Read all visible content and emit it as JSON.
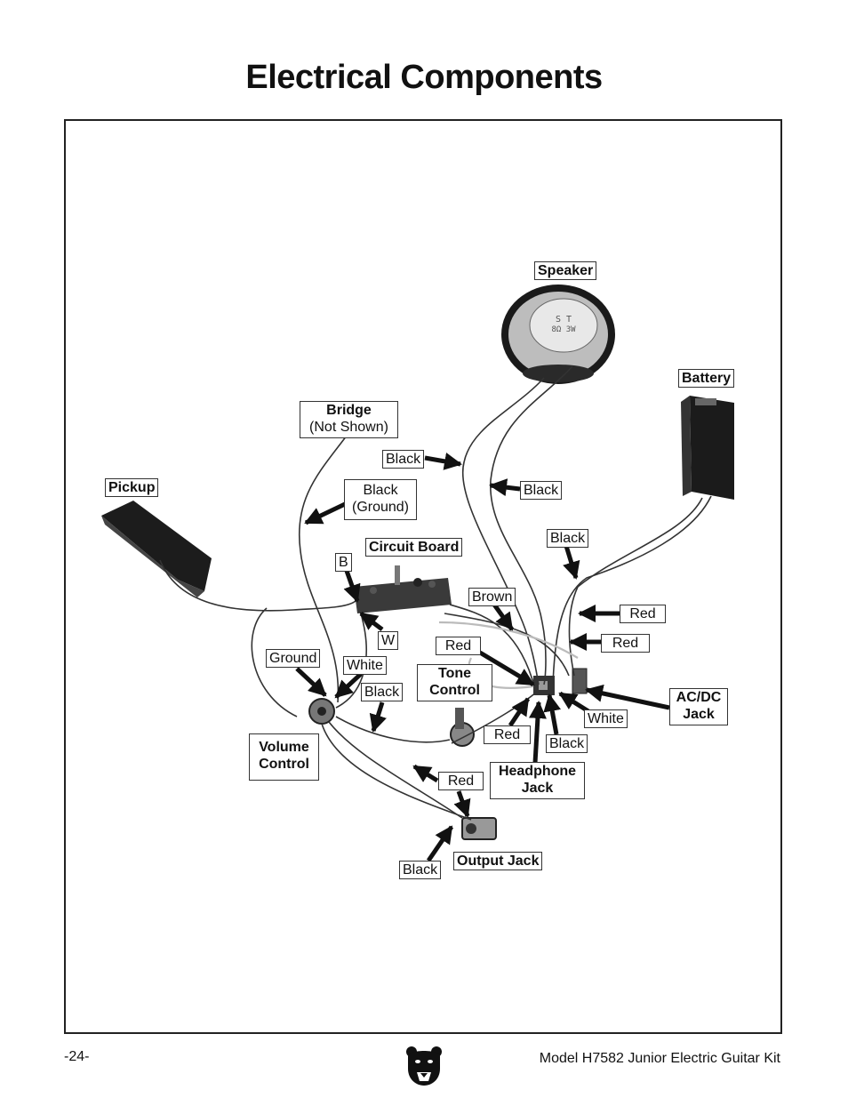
{
  "page": {
    "title": "Electrical Components",
    "page_number": "-24-",
    "model": "Model H7582 Junior Electric Guitar Kit",
    "logo_icon": "bear-head-logo-icon"
  },
  "labels": {
    "speaker": "Speaker",
    "battery": "Battery",
    "bridge_title": "Bridge",
    "bridge_note": "(Not Shown)",
    "black_1": "Black",
    "black_ground_1": "Black",
    "black_ground_2": "(Ground)",
    "black_2": "Black",
    "pickup": "Pickup",
    "circuit_board": "Circuit Board",
    "black_3": "Black",
    "b": "B",
    "brown": "Brown",
    "red_1": "Red",
    "red_2": "Red",
    "w": "W",
    "red_3": "Red",
    "ground": "Ground",
    "white_1": "White",
    "tone_1": "Tone",
    "tone_2": "Control",
    "black_4": "Black",
    "acdc_1": "AC/DC",
    "acdc_2": "Jack",
    "white_2": "White",
    "volume_1": "Volume",
    "volume_2": "Control",
    "red_4": "Red",
    "black_5": "Black",
    "headphone_1": "Headphone",
    "headphone_2": "Jack",
    "red_5": "Red",
    "output_jack": "Output Jack",
    "black_6": "Black"
  },
  "speaker_print": {
    "line1": "S T",
    "line2": "8Ω 3W"
  }
}
